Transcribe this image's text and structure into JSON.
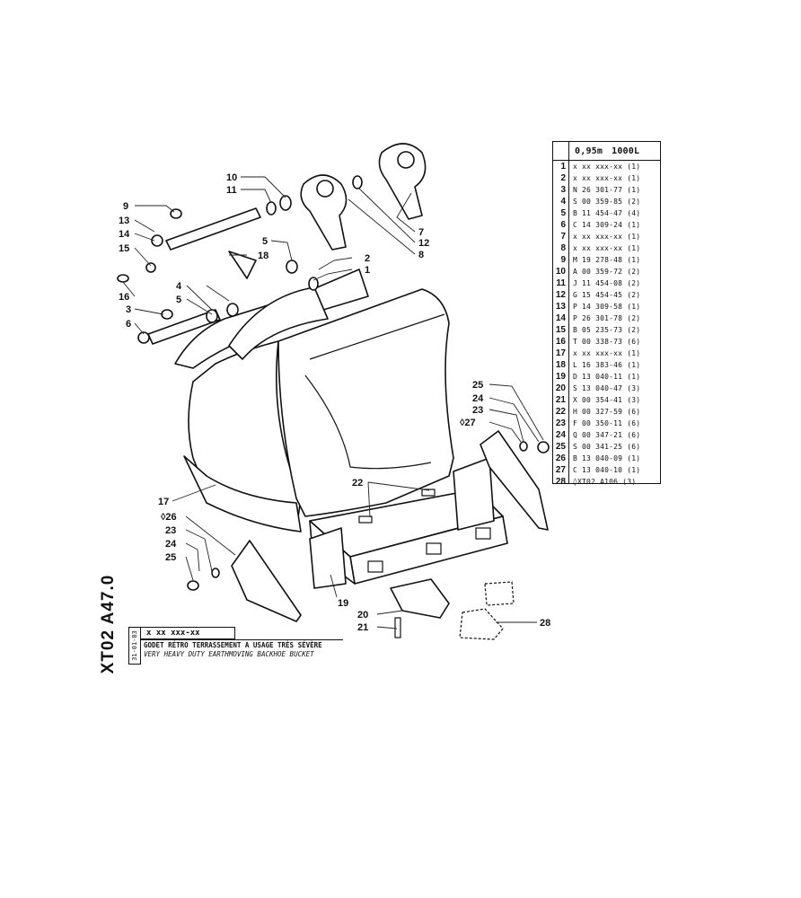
{
  "parts_table": {
    "header_size": "0,95m",
    "header_capacity": "1000L",
    "rows": [
      {
        "num": "1",
        "code": "x xx xxx-xx (1)"
      },
      {
        "num": "2",
        "code": "x xx xxx-xx (1)"
      },
      {
        "num": "3",
        "code": "N 26 301-77 (1)"
      },
      {
        "num": "4",
        "code": "S 00 359-85 (2)"
      },
      {
        "num": "5",
        "code": "B 11 454-47 (4)"
      },
      {
        "num": "6",
        "code": "C 14 309-24 (1)"
      },
      {
        "num": "7",
        "code": "x xx xxx-xx (1)"
      },
      {
        "num": "8",
        "code": "x xx xxx-xx (1)"
      },
      {
        "num": "9",
        "code": "M 19 278-48 (1)"
      },
      {
        "num": "10",
        "code": "A 00 359-72 (2)"
      },
      {
        "num": "11",
        "code": "J 11 454-08 (2)"
      },
      {
        "num": "12",
        "code": "G 15 454-45 (2)"
      },
      {
        "num": "13",
        "code": "P 14 309-58 (1)"
      },
      {
        "num": "14",
        "code": "P 26 301-78 (2)"
      },
      {
        "num": "15",
        "code": "B 05 235-73 (2)"
      },
      {
        "num": "16",
        "code": "T 00 338-73 (6)"
      },
      {
        "num": "17",
        "code": "x xx xxx-xx (1)"
      },
      {
        "num": "18",
        "code": "L 16 383-46 (1)"
      },
      {
        "num": "19",
        "code": "D 13 040-11 (1)"
      },
      {
        "num": "20",
        "code": "S 13 040-47 (3)"
      },
      {
        "num": "21",
        "code": "X 00 354-41 (3)"
      },
      {
        "num": "22",
        "code": "H 00 327-59 (6)"
      },
      {
        "num": "23",
        "code": "F 00 350-11 (6)"
      },
      {
        "num": "24",
        "code": "Q 00 347-21 (6)"
      },
      {
        "num": "25",
        "code": "S 00 341-25 (6)"
      },
      {
        "num": "26",
        "code": "B 13 040-09 (1)"
      },
      {
        "num": "27",
        "code": "C 13 040-10 (1)"
      },
      {
        "num": "28",
        "code": "◊XT02 A106 (3)"
      }
    ]
  },
  "title_block": {
    "drawing_code": "XT02 A47.0",
    "date": "31-01-83",
    "ref": "x xx xxx-xx",
    "title_fr": "GODET RÉTRO TERRASSEMENT A USAGE TRÈS SÉVÈRE",
    "title_en": "VERY HEAVY DUTY EARTHMOVING BACKHOE BUCKET"
  },
  "callouts": {
    "c1": "1",
    "c2": "2",
    "c3": "3",
    "c4": "4",
    "c5a": "5",
    "c5b": "5",
    "c6": "6",
    "c7": "7",
    "c8": "8",
    "c9": "9",
    "c10": "10",
    "c11": "11",
    "c12": "12",
    "c13": "13",
    "c14": "14",
    "c15": "15",
    "c16": "16",
    "c17": "17",
    "c18": "18",
    "c19": "19",
    "c20": "20",
    "c21": "21",
    "c22": "22",
    "c23a": "23",
    "c24a": "24",
    "c25a": "25",
    "c26": "◊26",
    "c23b": "23",
    "c24b": "24",
    "c25b": "25",
    "c27": "◊27",
    "c28": "28"
  }
}
